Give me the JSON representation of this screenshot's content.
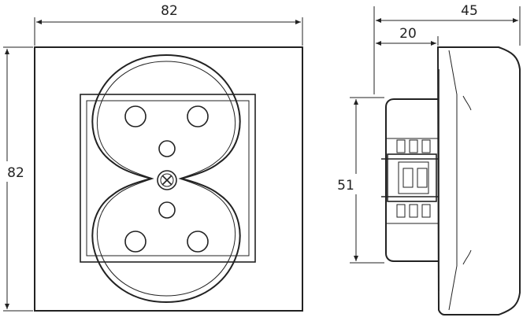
{
  "dimensions": {
    "front_width": "82",
    "front_height": "82",
    "side_depth_total": "45",
    "side_depth_body": "20",
    "side_height": "51"
  },
  "colors": {
    "line": "#222222",
    "background": "#ffffff"
  }
}
